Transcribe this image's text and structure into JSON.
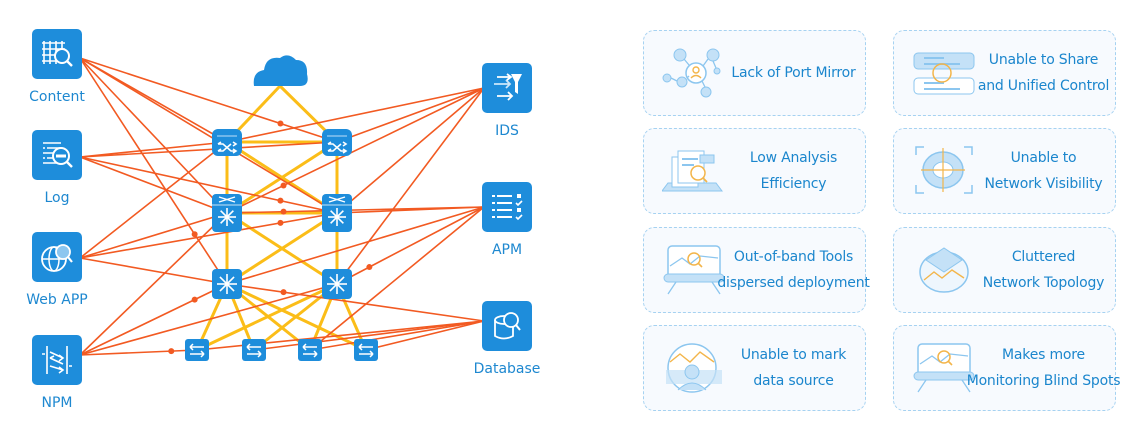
{
  "colors": {
    "node_blue": "#1e8ddb",
    "link_orange": "#f25a22",
    "link_yellow": "#fbbd18",
    "card_border": "#a6d2f1",
    "card_bg": "#f7fafe",
    "text_blue": "#1b86cd"
  },
  "topology": {
    "left_nodes": [
      {
        "id": "content",
        "label": "Content",
        "icon": "grid-search-icon"
      },
      {
        "id": "log",
        "label": "Log",
        "icon": "list-search-icon"
      },
      {
        "id": "webapp",
        "label": "Web APP",
        "icon": "globe-search-icon"
      },
      {
        "id": "npm",
        "label": "NPM",
        "icon": "traffic-arrows-icon"
      }
    ],
    "right_nodes": [
      {
        "id": "ids",
        "label": "IDS",
        "icon": "funnel-arrows-icon"
      },
      {
        "id": "apm",
        "label": "APM",
        "icon": "checklist-icon"
      },
      {
        "id": "database",
        "label": "Database",
        "icon": "database-search-icon"
      }
    ],
    "cloud": {
      "id": "cloud",
      "icon": "cloud-icon"
    },
    "routers": [
      {
        "id": "router-1",
        "icon": "router-icon"
      },
      {
        "id": "router-2",
        "icon": "router-icon"
      }
    ],
    "core_switches": [
      {
        "id": "core-1",
        "icon": "core-switch-icon"
      },
      {
        "id": "core-2",
        "icon": "core-switch-icon"
      }
    ],
    "distribution_switches": [
      {
        "id": "dist-1",
        "icon": "multilayer-switch-icon"
      },
      {
        "id": "dist-2",
        "icon": "multilayer-switch-icon"
      }
    ],
    "access_switches": [
      {
        "id": "access-1",
        "icon": "access-switch-icon"
      },
      {
        "id": "access-2",
        "icon": "access-switch-icon"
      },
      {
        "id": "access-3",
        "icon": "access-switch-icon"
      },
      {
        "id": "access-4",
        "icon": "access-switch-icon"
      }
    ],
    "network_links": [
      [
        "cloud",
        "router-1"
      ],
      [
        "cloud",
        "router-2"
      ],
      [
        "router-1",
        "router-2"
      ],
      [
        "router-1",
        "core-1"
      ],
      [
        "router-2",
        "core-2"
      ],
      [
        "router-1",
        "core-2"
      ],
      [
        "router-2",
        "core-1"
      ],
      [
        "core-1",
        "core-2"
      ],
      [
        "core-1",
        "dist-1"
      ],
      [
        "core-2",
        "dist-2"
      ],
      [
        "core-1",
        "dist-2"
      ],
      [
        "core-2",
        "dist-1"
      ],
      [
        "dist-1",
        "access-1"
      ],
      [
        "dist-1",
        "access-2"
      ],
      [
        "dist-1",
        "access-3"
      ],
      [
        "dist-1",
        "access-4"
      ],
      [
        "dist-2",
        "access-1"
      ],
      [
        "dist-2",
        "access-2"
      ],
      [
        "dist-2",
        "access-3"
      ],
      [
        "dist-2",
        "access-4"
      ]
    ],
    "mirror_links": [
      [
        "content",
        "router-1"
      ],
      [
        "content",
        "router-2"
      ],
      [
        "content",
        "core-1"
      ],
      [
        "content",
        "core-2"
      ],
      [
        "content",
        "dist-1"
      ],
      [
        "log",
        "router-1"
      ],
      [
        "log",
        "core-1"
      ],
      [
        "log",
        "core-2"
      ],
      [
        "log",
        "router-2"
      ],
      [
        "webapp",
        "core-1"
      ],
      [
        "webapp",
        "core-2"
      ],
      [
        "webapp",
        "router-1"
      ],
      [
        "webapp",
        "dist-1"
      ],
      [
        "npm",
        "dist-1"
      ],
      [
        "npm",
        "dist-2"
      ],
      [
        "npm",
        "core-1"
      ],
      [
        "npm",
        "access-1"
      ],
      [
        "ids",
        "router-1"
      ],
      [
        "ids",
        "router-2"
      ],
      [
        "ids",
        "core-1"
      ],
      [
        "ids",
        "core-2"
      ],
      [
        "ids",
        "dist-2"
      ],
      [
        "apm",
        "core-1"
      ],
      [
        "apm",
        "core-2"
      ],
      [
        "apm",
        "dist-1"
      ],
      [
        "apm",
        "dist-2"
      ],
      [
        "apm",
        "access-3"
      ],
      [
        "database",
        "access-1"
      ],
      [
        "database",
        "access-2"
      ],
      [
        "database",
        "access-3"
      ],
      [
        "database",
        "access-4"
      ],
      [
        "database",
        "dist-1"
      ]
    ]
  },
  "cards": [
    {
      "id": "lack-of-port-mirror",
      "icon": "network-nodes-icon",
      "lines": [
        "Lack of Port Mirror"
      ]
    },
    {
      "id": "unable-to-share",
      "icon": "sync-panels-icon",
      "lines": [
        "Unable to Share",
        "and Unified Control"
      ]
    },
    {
      "id": "low-analysis-efficiency",
      "icon": "document-search-icon",
      "lines": [
        "Low Analysis",
        "Efficiency"
      ]
    },
    {
      "id": "unable-network-visibility",
      "icon": "target-scope-icon",
      "lines": [
        "Unable to",
        "Network Visibility"
      ]
    },
    {
      "id": "out-of-band-tools",
      "icon": "monitor-search-icon",
      "lines": [
        "Out-of-band Tools",
        "dispersed deployment"
      ]
    },
    {
      "id": "cluttered-topology",
      "icon": "ellipse-chart-icon",
      "lines": [
        "Cluttered",
        "Network Topology"
      ]
    },
    {
      "id": "unable-mark-source",
      "icon": "user-chart-icon",
      "lines": [
        "Unable to mark",
        "data source"
      ]
    },
    {
      "id": "blind-spots",
      "icon": "monitor-search-icon",
      "lines": [
        "Makes more",
        "Monitoring Blind Spots"
      ]
    }
  ]
}
